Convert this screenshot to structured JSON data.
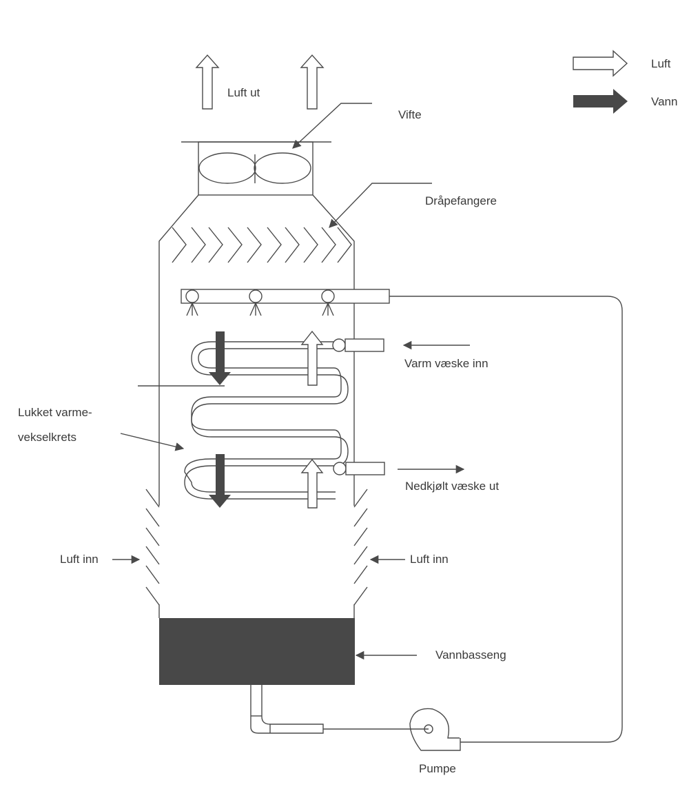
{
  "diagram": {
    "title": "Cooling tower with closed heat exchanger circuit",
    "labels": {
      "air_out": "Luft ut",
      "fan": "Vifte",
      "drift_eliminators": "Dråpefangere",
      "warm_liquid_in": "Varm væske inn",
      "closed_heat_exchanger_line1": "Lukket varme-",
      "closed_heat_exchanger_line2": "vekselkrets",
      "cooled_liquid_out": "Nedkjølt væske ut",
      "air_in_left": "Luft inn",
      "air_in_right": "Luft inn",
      "water_basin": "Vannbasseng",
      "pump": "Pumpe"
    },
    "legend": [
      {
        "label": "Luft",
        "style": "hollow-arrow",
        "color": "#ffffff"
      },
      {
        "label": "Vann",
        "style": "filled-arrow",
        "color": "#484848"
      }
    ],
    "colors": {
      "line": "#4a4a4a",
      "water": "#484848",
      "text": "#3a3a3a",
      "background": "#ffffff"
    },
    "components": {
      "spray_nozzles": 3,
      "drift_eliminator_chevrons": 10,
      "coil_passes": 5,
      "louvers_per_side": 6
    }
  }
}
